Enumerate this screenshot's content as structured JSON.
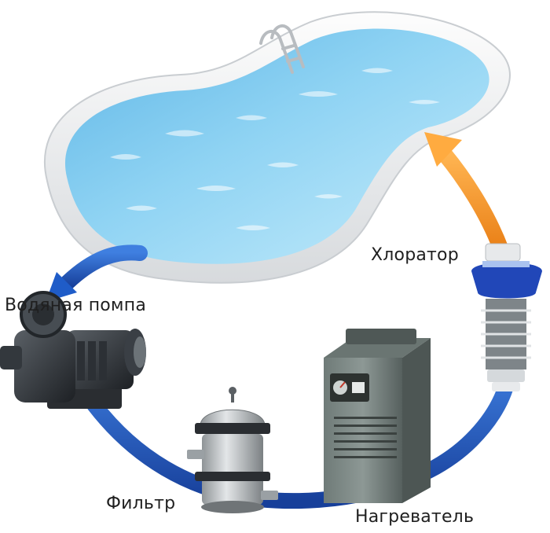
{
  "labels": {
    "pump": "Водяная помпа",
    "chlorinator": "Хлоратор",
    "filter": "Фильтр",
    "heater": "Нагреватель"
  },
  "colors": {
    "pipe": "#1f5cc8",
    "return_arrow": "#f29a2e",
    "water": "#7fc9ee",
    "pool_rim": "#eef0f2"
  },
  "icons": {
    "pool": "pool-icon",
    "pump": "water-pump-icon",
    "filter": "cartridge-filter-icon",
    "heater": "pool-heater-icon",
    "chlorinator": "salt-chlorinator-icon"
  }
}
